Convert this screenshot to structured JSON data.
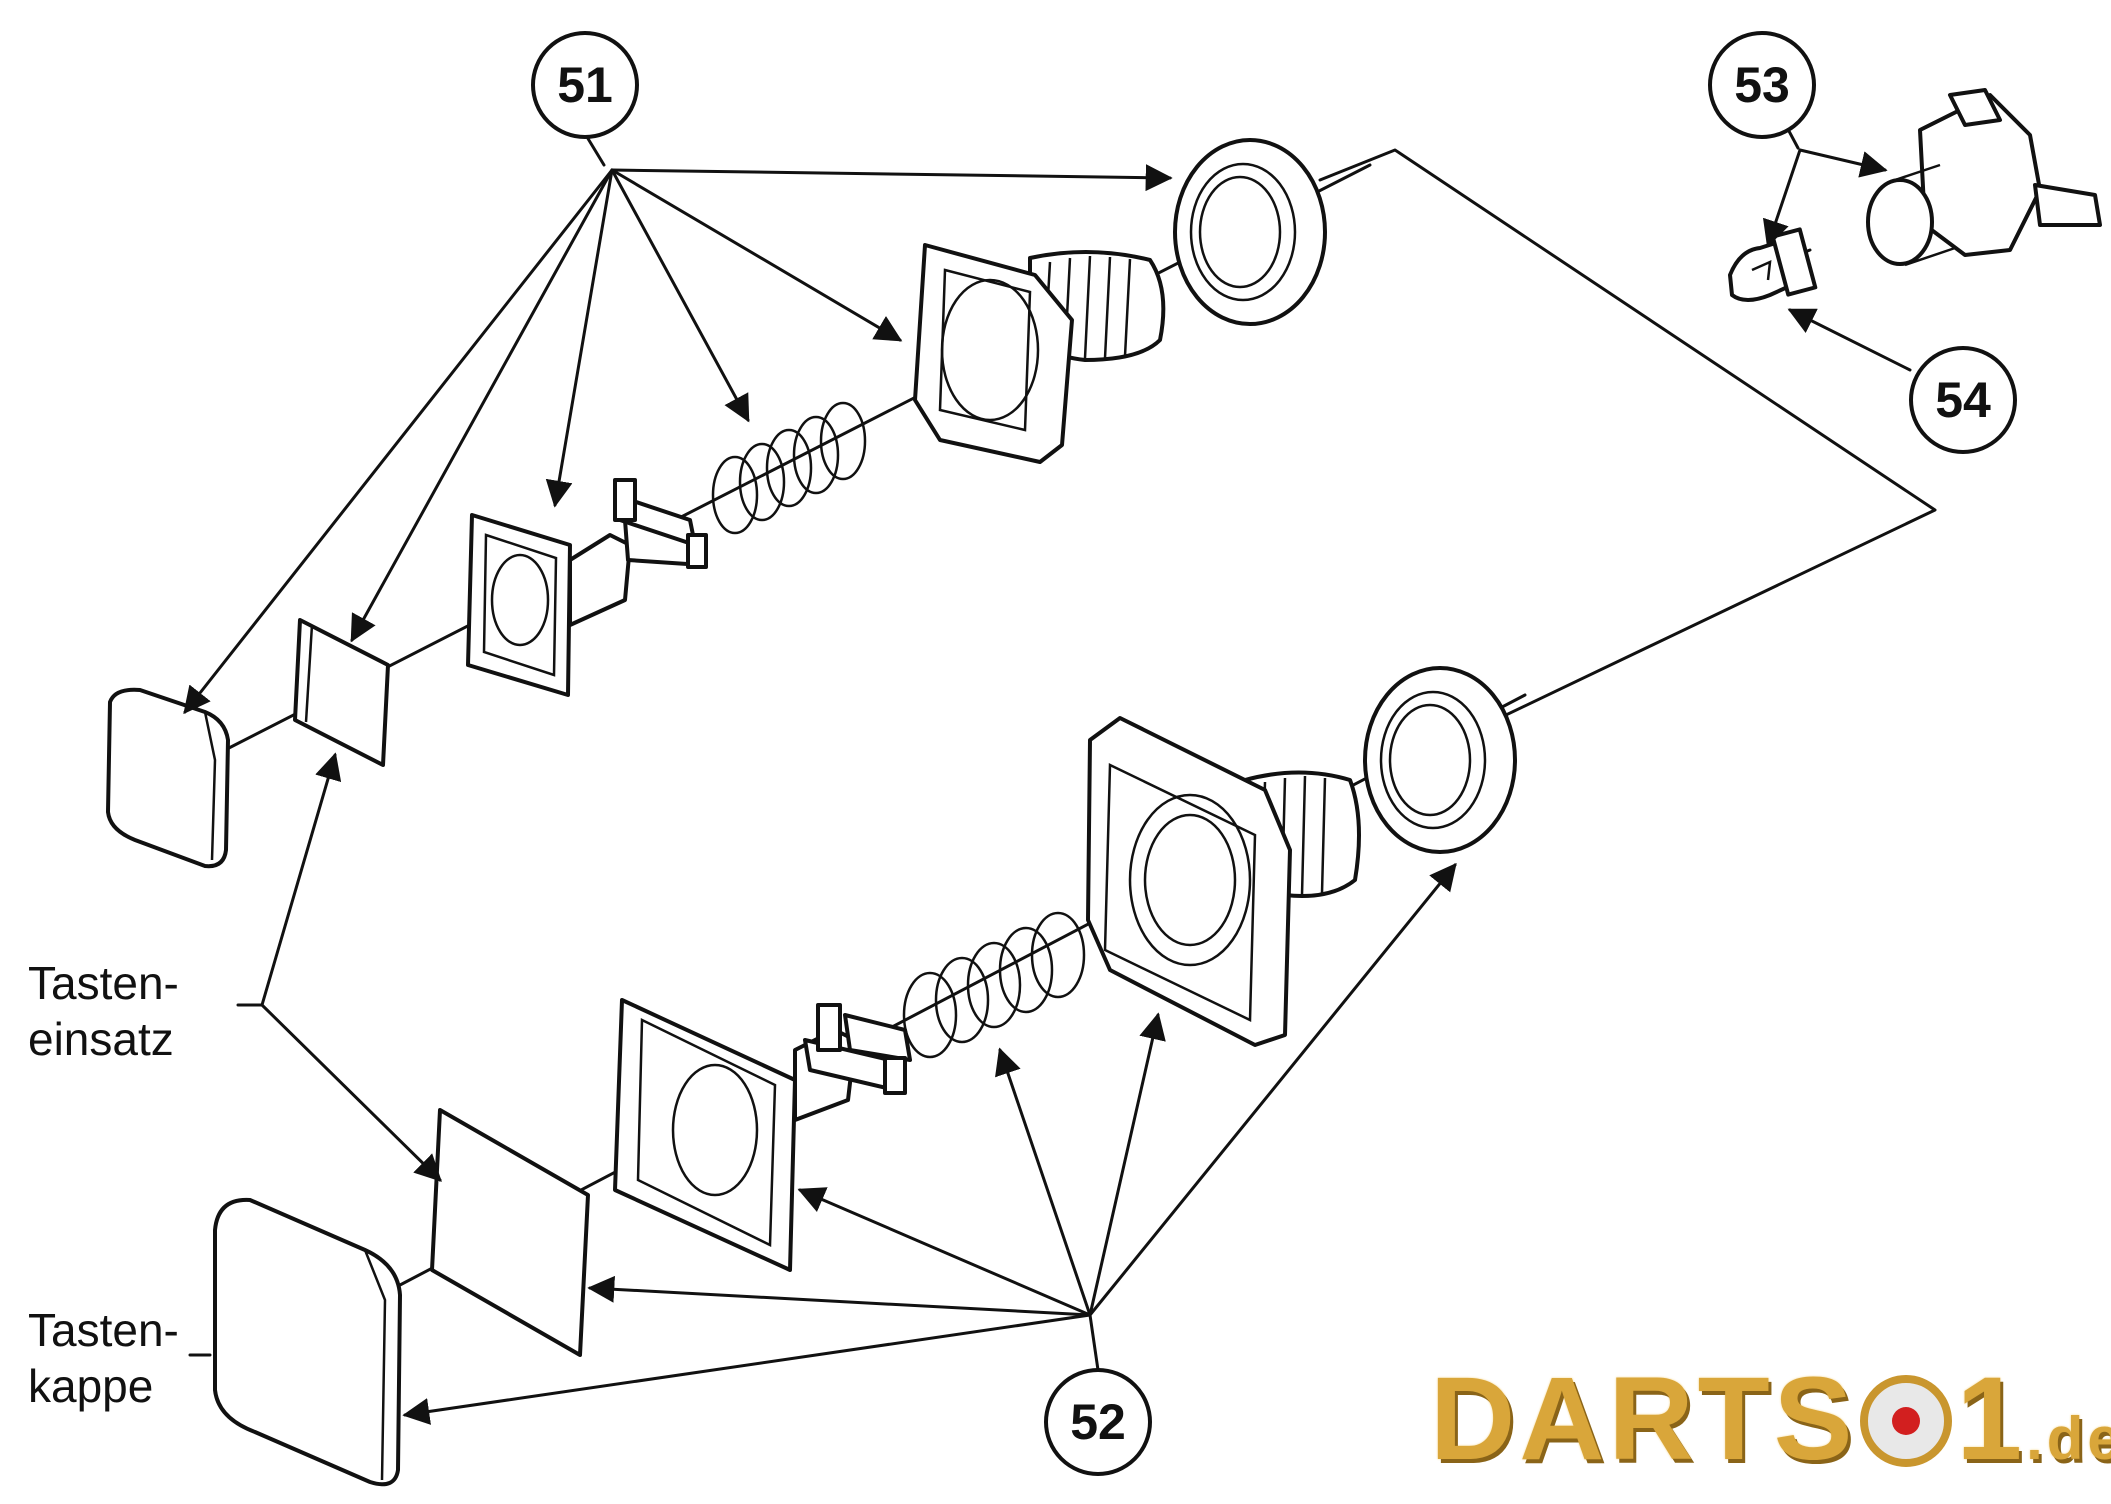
{
  "callouts": {
    "c51": "51",
    "c52": "52",
    "c53": "53",
    "c54": "54"
  },
  "labels": {
    "insert_line1": "Tasten-",
    "insert_line2": "einsatz",
    "cap_line1": "Tasten-",
    "cap_line2": "kappe"
  },
  "logo": {
    "text_left": "DARTS",
    "text_right": "1",
    "suffix": ".de"
  },
  "colors": {
    "logo_gold": "#d9a63a",
    "logo_red_dot": "#d21f1f",
    "line": "#111111"
  }
}
